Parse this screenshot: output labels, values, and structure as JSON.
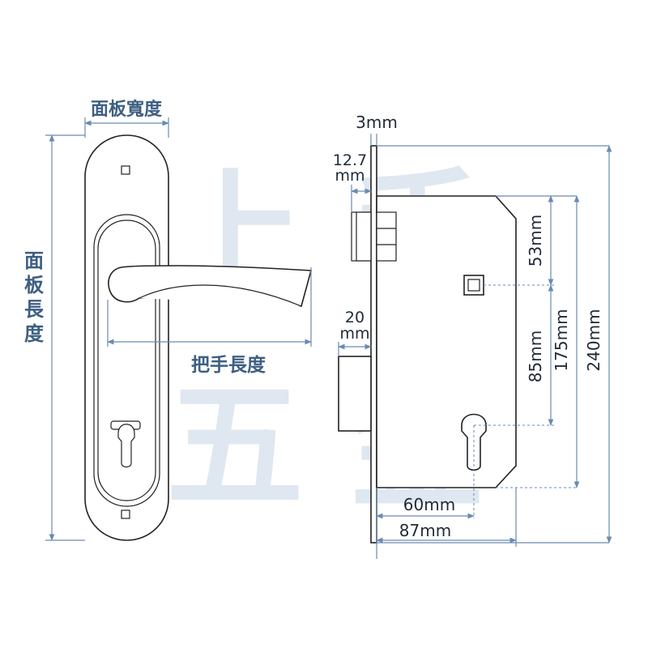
{
  "labels": {
    "panel_width": "面板寬度",
    "panel_length": "面板長度",
    "handle_length": "把手長度",
    "thickness_3": "3mm",
    "backset_12_7": "12.7",
    "backset_12_7_unit": "mm",
    "latch_20": "20",
    "latch_20_unit": "mm",
    "dim_53": "53mm",
    "dim_85": "85mm",
    "dim_175": "175mm",
    "dim_240": "240mm",
    "dim_60": "60mm",
    "dim_87": "87mm"
  },
  "watermark": {
    "chars": [
      "上",
      "手",
      "五",
      "金"
    ]
  },
  "colors": {
    "label_blue": "#3d5f82",
    "dim_line": "#6a8bb0",
    "outline": "#222222",
    "watermark": "#dfe7f0"
  }
}
